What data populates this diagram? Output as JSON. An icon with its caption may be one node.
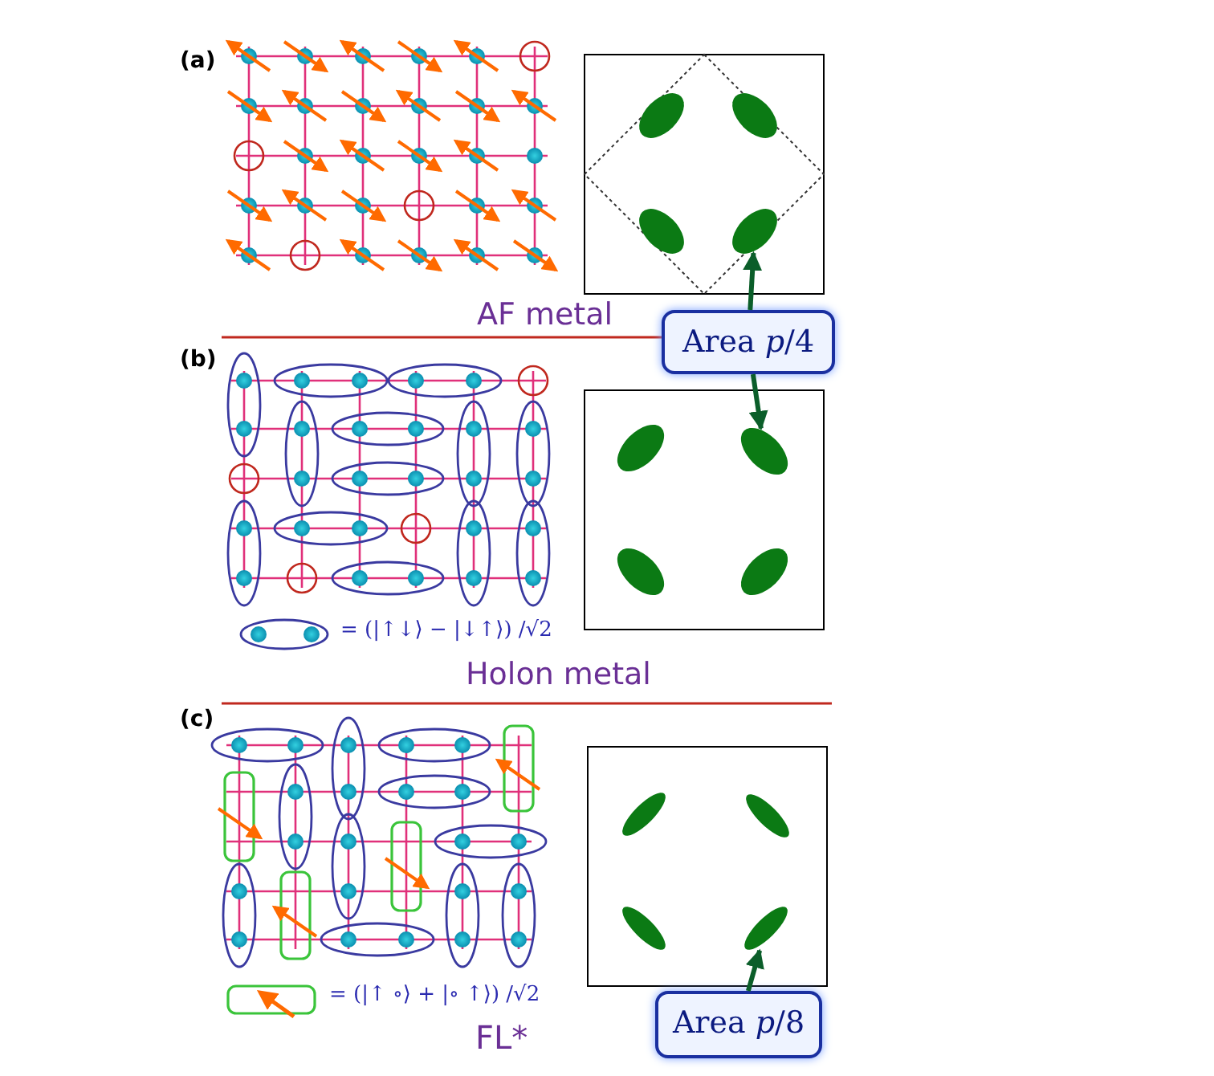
{
  "diagram": {
    "nodes": [
      {
        "text": [
          "Area *p*/4"
        ]
      },
      {
        "text": [],
        "shape": "ellipse"
      },
      {
        "text": [],
        "shape": "ellipse"
      },
      {
        "text": [
          "Area *p*/8"
        ]
      },
      {
        "text": [],
        "shape": "ellipse"
      }
    ],
    "edges": [
      {
        "from": 0,
        "to": 1,
        "arrow": "to"
      },
      {
        "from": 0,
        "to": 2,
        "arrow": "to"
      },
      {
        "from": 3,
        "to": 4,
        "arrow": "to"
      }
    ],
    "labels": [
      "(a)",
      "AF metal",
      "(b)",
      "= (|↑↓⟩ − |↓↑⟩) /√2",
      "Holon metal",
      "(c)",
      "= (|↑ ∘⟩ + |∘ ↑⟩) /√2",
      "FL*"
    ]
  }
}
